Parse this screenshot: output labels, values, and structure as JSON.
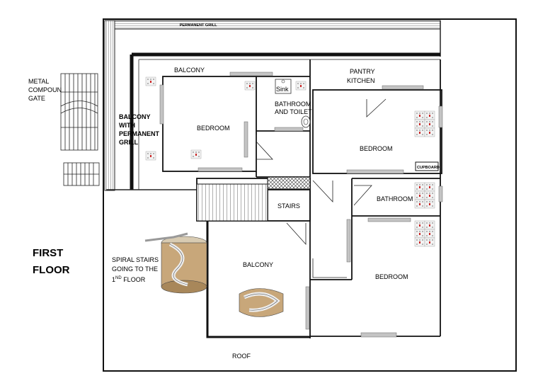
{
  "labels": {
    "permanent_grill": "PERMANENT GRILL",
    "balcony_top": "BALCONY",
    "pantry": "PANTRY",
    "kitchen": "KITCHEN",
    "sink": "Sink",
    "bathroom_toilet_1": "BATHROOM",
    "bathroom_toilet_2": "AND TOILET",
    "metal_gate_1": "METAL",
    "metal_gate_2": "COMPOUN",
    "metal_gate_3": "GATE",
    "balcony_grill_1": "BALCONY",
    "balcony_grill_2": "WITH",
    "balcony_grill_3": "PERMANENT",
    "balcony_grill_4": "GRILL",
    "bedroom_1": "BEDROOM",
    "bedroom_2": "BEDROOM",
    "bedroom_3": "BEDROOM",
    "cupboard": "CUPBOARD",
    "bathroom": "BATHROOM",
    "stairs": "STAIRS",
    "balcony_mid": "BALCONY",
    "spiral_1": "SPIRAL STAIRS",
    "spiral_2": "GOING TO THE",
    "spiral_3a": "1",
    "spiral_3sup": "ND",
    "spiral_3b": " FLOOR",
    "floor_1": "FIRST",
    "floor_2": "FLOOR",
    "roof": "ROOF"
  },
  "colors": {
    "wall": "#111111",
    "window": "#bfbfbf",
    "stair_wood": "#c8a77a",
    "socket_red": "#cc2222"
  }
}
